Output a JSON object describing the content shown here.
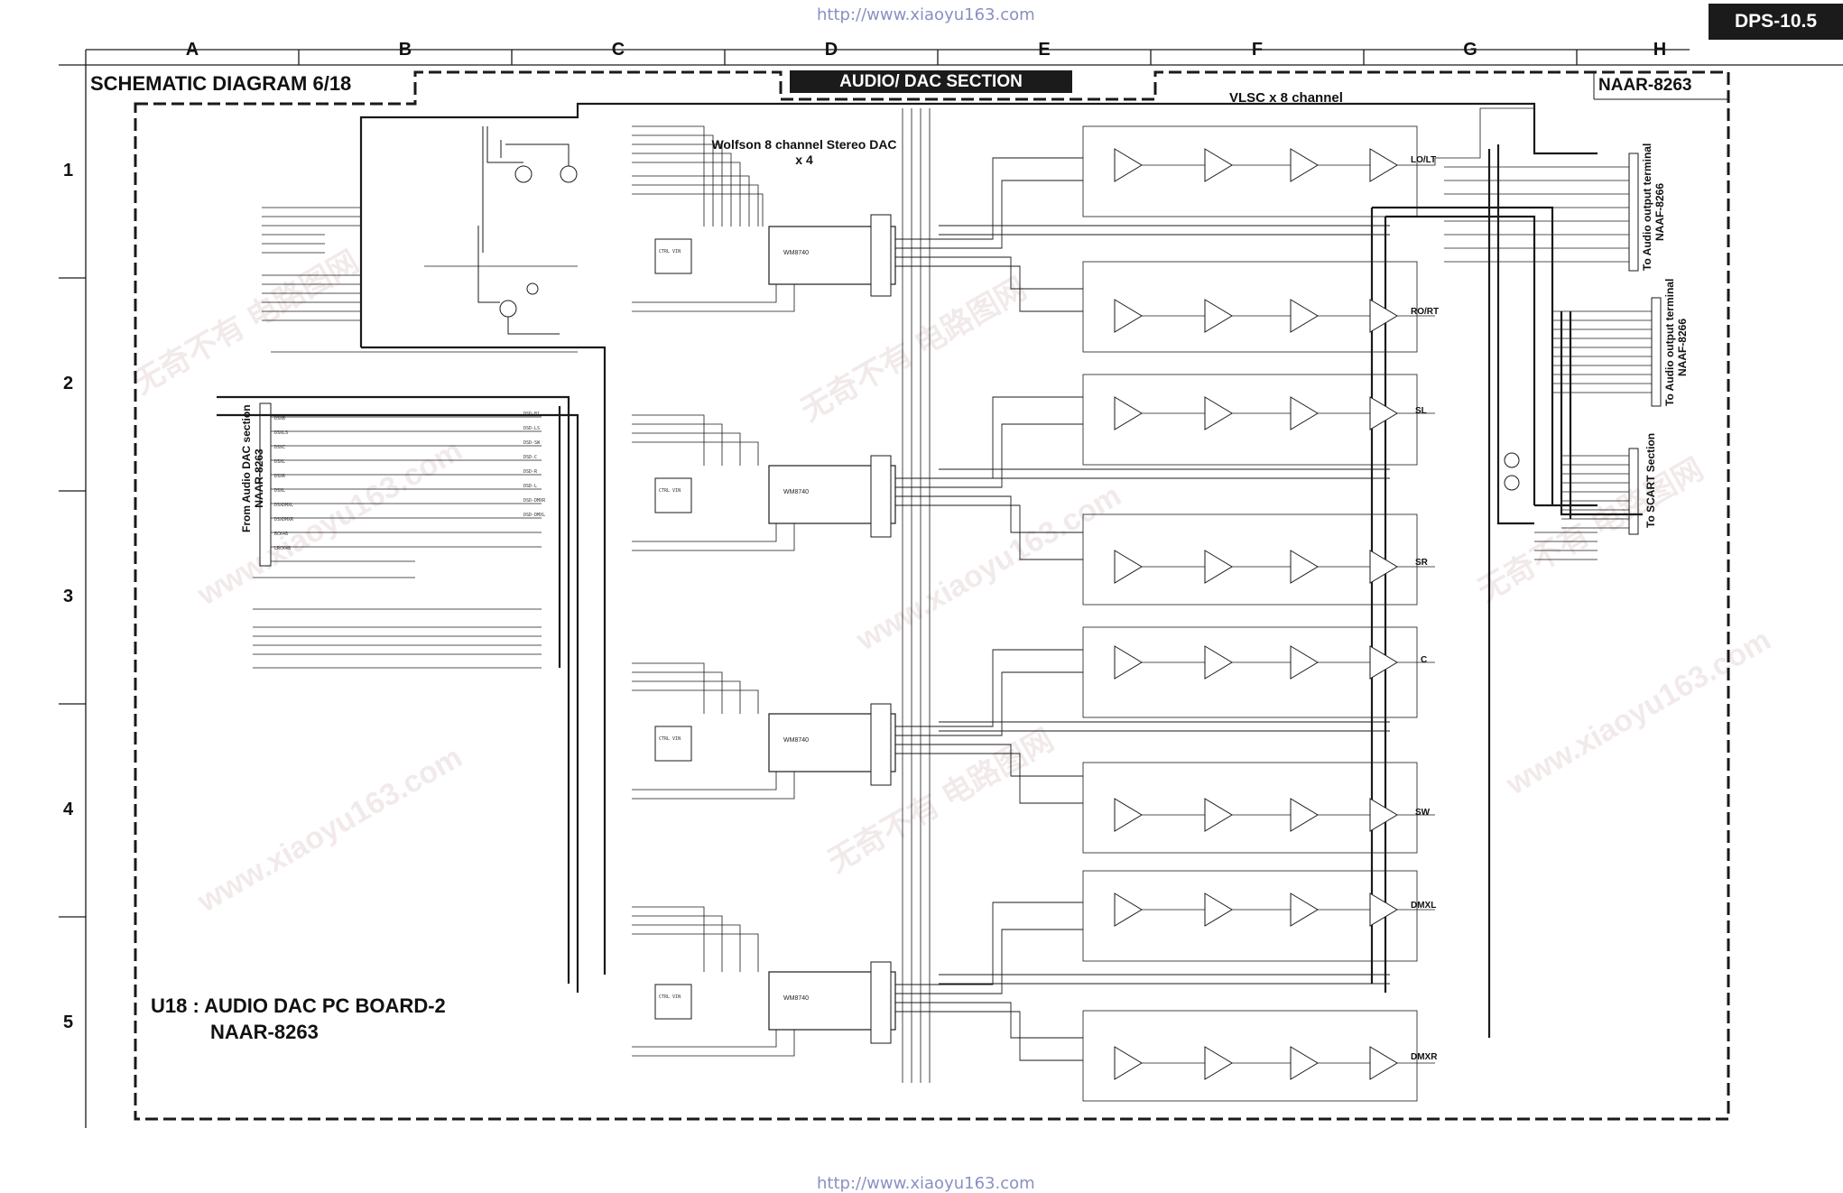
{
  "header": {
    "url_top": "http://www.xiaoyu163.com",
    "url_bottom": "http://www.xiaoyu163.com",
    "model_badge": "DPS-10.5",
    "columns": [
      "A",
      "B",
      "C",
      "D",
      "E",
      "F",
      "G",
      "H"
    ],
    "rows": [
      "1",
      "2",
      "3",
      "4",
      "5"
    ]
  },
  "diagram": {
    "title": "SCHEMATIC DIAGRAM 6/18",
    "section": "AUDIO/ DAC SECTION",
    "board_id": "NAAR-8263",
    "vlsc_label": "VLSC x 8 channel",
    "dac_label_line1": "Wolfson 8 channel Stereo DAC",
    "dac_label_line2": "x 4",
    "from_label_line1": "From Audio DAC section",
    "from_label_line2": "NAAR-8263",
    "to_audio_1_line1": "To Audio output terminal",
    "to_audio_1_line2": "NAAF-8266",
    "to_audio_2_line1": "To Audio output terminal",
    "to_audio_2_line2": "NAAF-8266",
    "to_scart": "To SCART Section",
    "board_line1": "U18 : AUDIO DAC PC BOARD-2",
    "board_line2": "NAAR-8263",
    "channels": [
      "LO/LT",
      "RO/RT",
      "SL",
      "SR",
      "C",
      "SW",
      "DMXL",
      "DMXR"
    ]
  },
  "watermark": {
    "site": "www.xiaoyu163.com",
    "cn": "无奇不有 电路图网"
  },
  "style": {
    "ink": "#1a1a1a",
    "badge_bg": "#1b1b1b",
    "url_color": "#8b8fc4"
  }
}
